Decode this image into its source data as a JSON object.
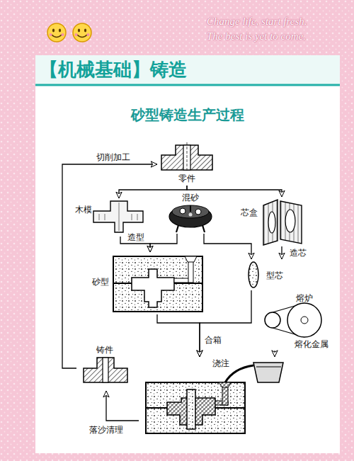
{
  "diagram": {
    "title": "砂型铸造生产过程",
    "nodes": [
      {
        "text": [
          "零件"
        ]
      },
      {
        "text": [
          "木模"
        ]
      },
      {
        "text": [
          "混砂"
        ]
      },
      {
        "text": [
          "芯盒"
        ]
      },
      {
        "text": [
          "砂型"
        ]
      },
      {
        "text": [
          "型芯"
        ]
      },
      {
        "text": [
          "熔炉",
          "熔化金属"
        ]
      },
      {
        "text": [
          "浇注"
        ]
      },
      {
        "text": [
          "铸件"
        ]
      }
    ],
    "edges": [
      {
        "from": 0,
        "to": 1,
        "arrow": "to"
      },
      {
        "from": 0,
        "to": 3,
        "arrow": "to"
      },
      {
        "from": 1,
        "to": 4,
        "arrow": "to",
        "label": "造型"
      },
      {
        "from": 2,
        "to": 4,
        "arrow": "to"
      },
      {
        "from": 2,
        "to": 5,
        "arrow": "to"
      },
      {
        "from": 3,
        "to": 5,
        "arrow": "to",
        "label": "造芯"
      },
      {
        "from": 4,
        "to": 7,
        "arrow": "to",
        "label": "合箱"
      },
      {
        "from": 5,
        "to": 7,
        "arrow": "to"
      },
      {
        "from": 6,
        "to": 7,
        "arrow": "to"
      },
      {
        "from": 7,
        "to": 8,
        "arrow": "to",
        "label": "落沙清理"
      },
      {
        "from": 8,
        "to": 0,
        "arrow": "to",
        "label": "切削加工"
      }
    ],
    "labels": [
      "Change life, start fresh.",
      "The best is yet to come.",
      "【机械基础】铸造"
    ]
  }
}
